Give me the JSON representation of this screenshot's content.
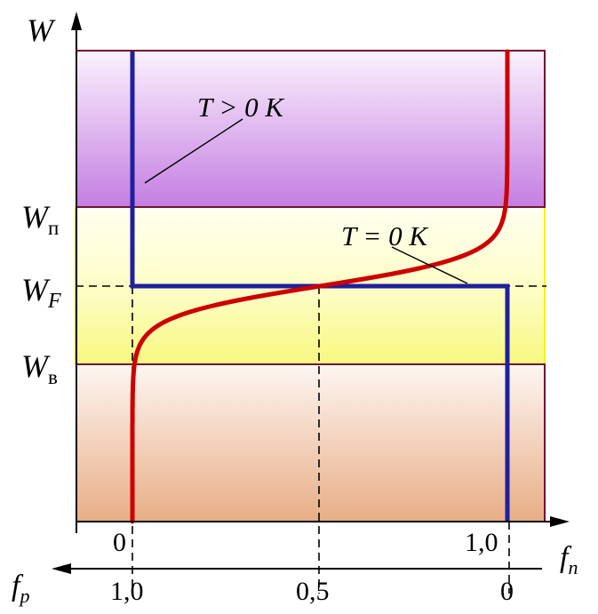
{
  "axes": {
    "energy": {
      "symbol": "W"
    },
    "fn": {
      "symbol": "f",
      "sub": "n",
      "tick_left": "0",
      "tick_right": "1,0"
    },
    "fp": {
      "symbol": "f",
      "sub": "p",
      "tick_left": "1,0",
      "tick_mid": "0,5",
      "tick_right": "0"
    }
  },
  "levels": {
    "conduction": {
      "symbol": "W",
      "sub": "п"
    },
    "fermi": {
      "symbol": "W",
      "sub": "F"
    },
    "valence": {
      "symbol": "W",
      "sub": "в"
    }
  },
  "curves": {
    "hot": {
      "prefix": "T > 0 ",
      "unit": "K",
      "color": "#cc0000"
    },
    "cold": {
      "prefix": "T = 0 ",
      "unit": "K",
      "color": "#1f1f9e"
    }
  },
  "colors": {
    "conduction_band": "#c98ae4",
    "gap": "#fbfb9a",
    "valence_band": "#e9b088",
    "band_border": "#6e1530",
    "gap_border": "#f7f200"
  }
}
